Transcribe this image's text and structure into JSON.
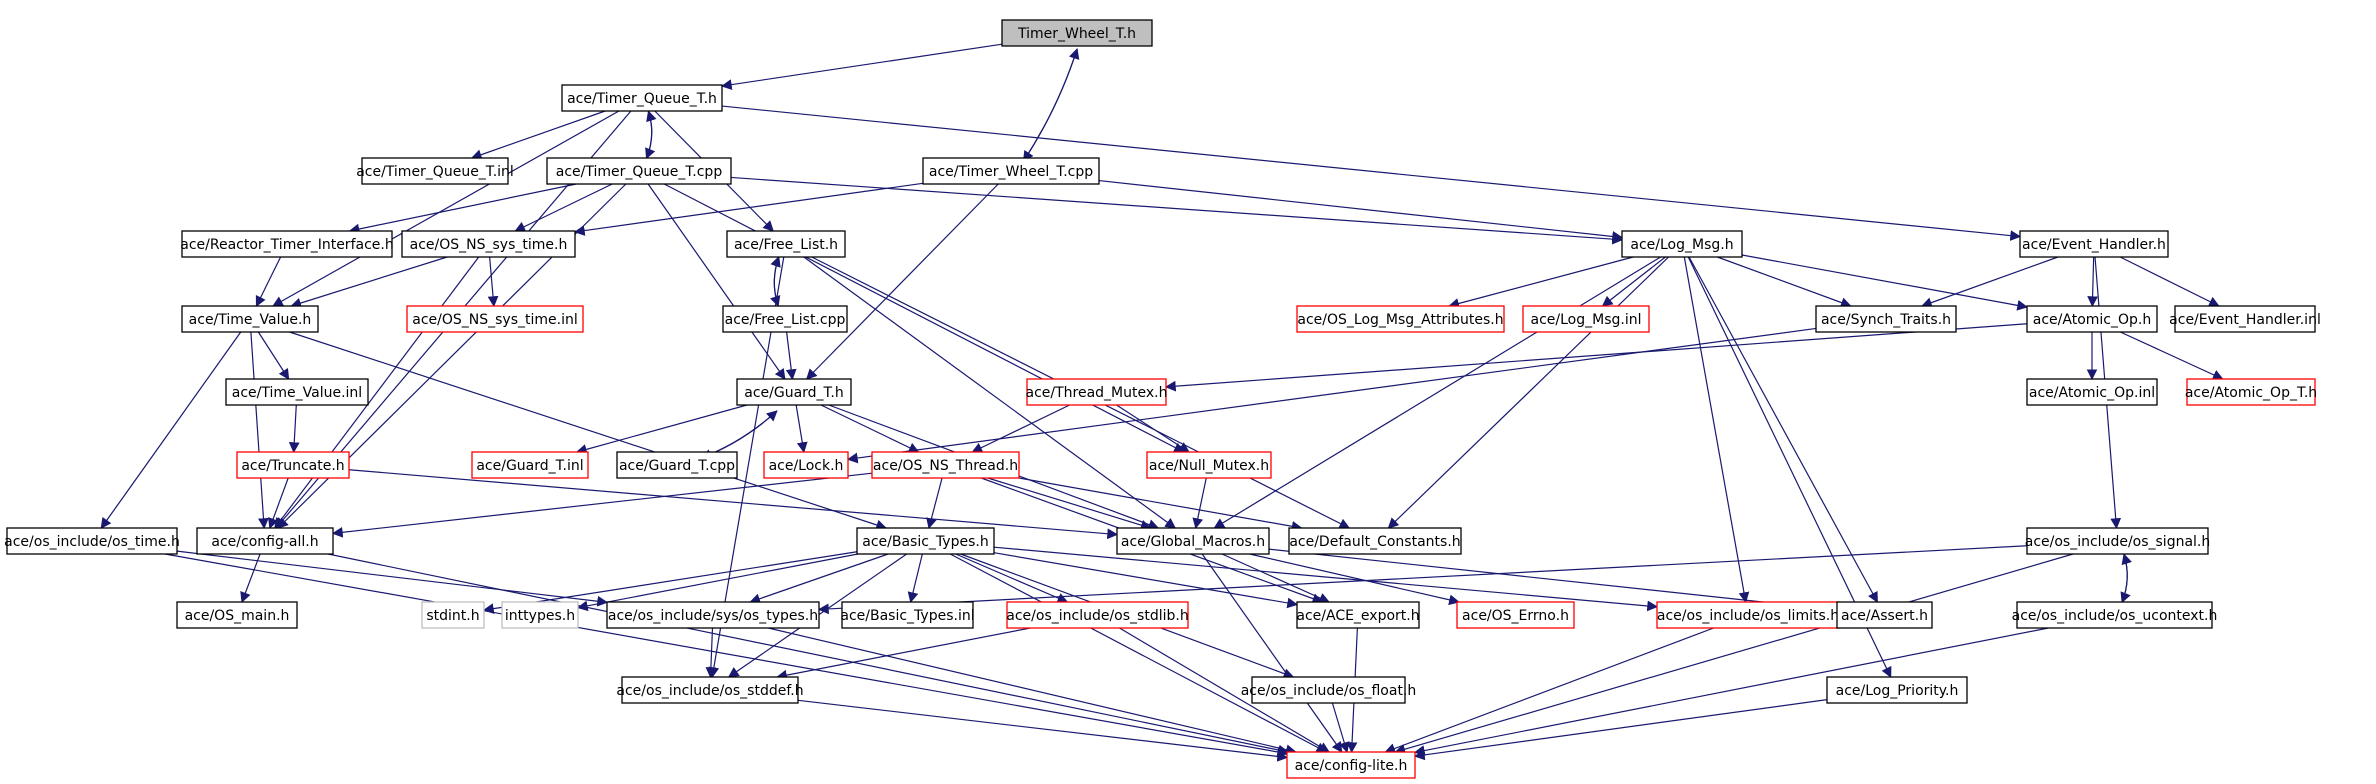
{
  "diagram": {
    "root": "Timer_Wheel_T.h",
    "nodes": [
      {
        "id": "n0",
        "label": "Timer_Wheel_T.h",
        "style": "root"
      },
      {
        "id": "n1",
        "label": "ace/Timer_Queue_T.h",
        "style": "normal"
      },
      {
        "id": "n2",
        "label": "ace/Timer_Queue_T.inl",
        "style": "normal"
      },
      {
        "id": "n3",
        "label": "ace/Timer_Queue_T.cpp",
        "style": "normal"
      },
      {
        "id": "n4",
        "label": "ace/Timer_Wheel_T.cpp",
        "style": "normal"
      },
      {
        "id": "n5",
        "label": "ace/Reactor_Timer_Interface.h",
        "style": "normal"
      },
      {
        "id": "n6",
        "label": "ace/OS_NS_sys_time.h",
        "style": "normal"
      },
      {
        "id": "n7",
        "label": "ace/Free_List.h",
        "style": "normal"
      },
      {
        "id": "n8",
        "label": "ace/Log_Msg.h",
        "style": "normal"
      },
      {
        "id": "n9",
        "label": "ace/Event_Handler.h",
        "style": "normal"
      },
      {
        "id": "n10",
        "label": "ace/Time_Value.h",
        "style": "normal"
      },
      {
        "id": "n11",
        "label": "ace/OS_NS_sys_time.inl",
        "style": "red"
      },
      {
        "id": "n12",
        "label": "ace/Free_List.cpp",
        "style": "normal"
      },
      {
        "id": "n13",
        "label": "ace/OS_Log_Msg_Attributes.h",
        "style": "red"
      },
      {
        "id": "n14",
        "label": "ace/Log_Msg.inl",
        "style": "red"
      },
      {
        "id": "n15",
        "label": "ace/Synch_Traits.h",
        "style": "normal"
      },
      {
        "id": "n16",
        "label": "ace/Atomic_Op.h",
        "style": "normal"
      },
      {
        "id": "n17",
        "label": "ace/Event_Handler.inl",
        "style": "normal"
      },
      {
        "id": "n18",
        "label": "ace/Time_Value.inl",
        "style": "normal"
      },
      {
        "id": "n19",
        "label": "ace/Guard_T.h",
        "style": "normal"
      },
      {
        "id": "n20",
        "label": "ace/Thread_Mutex.h",
        "style": "red"
      },
      {
        "id": "n21",
        "label": "ace/Atomic_Op.inl",
        "style": "normal"
      },
      {
        "id": "n22",
        "label": "ace/Atomic_Op_T.h",
        "style": "red"
      },
      {
        "id": "n23",
        "label": "ace/Truncate.h",
        "style": "red"
      },
      {
        "id": "n24",
        "label": "ace/Guard_T.inl",
        "style": "red"
      },
      {
        "id": "n25",
        "label": "ace/Guard_T.cpp",
        "style": "normal"
      },
      {
        "id": "n26",
        "label": "ace/Lock.h",
        "style": "red"
      },
      {
        "id": "n27",
        "label": "ace/OS_NS_Thread.h",
        "style": "red"
      },
      {
        "id": "n28",
        "label": "ace/Null_Mutex.h",
        "style": "red"
      },
      {
        "id": "n29",
        "label": "ace/os_include/os_time.h",
        "style": "normal"
      },
      {
        "id": "n30",
        "label": "ace/config-all.h",
        "style": "normal"
      },
      {
        "id": "n31",
        "label": "ace/Basic_Types.h",
        "style": "normal"
      },
      {
        "id": "n32",
        "label": "ace/Global_Macros.h",
        "style": "normal"
      },
      {
        "id": "n33",
        "label": "ace/Default_Constants.h",
        "style": "normal"
      },
      {
        "id": "n34",
        "label": "ace/os_include/os_signal.h",
        "style": "normal"
      },
      {
        "id": "n35",
        "label": "ace/OS_main.h",
        "style": "normal"
      },
      {
        "id": "n36",
        "label": "stdint.h",
        "style": "gray"
      },
      {
        "id": "n37",
        "label": "inttypes.h",
        "style": "gray"
      },
      {
        "id": "n38",
        "label": "ace/os_include/sys/os_types.h",
        "style": "normal"
      },
      {
        "id": "n39",
        "label": "ace/Basic_Types.inl",
        "style": "normal"
      },
      {
        "id": "n40",
        "label": "ace/os_include/os_stdlib.h",
        "style": "red"
      },
      {
        "id": "n41",
        "label": "ace/ACE_export.h",
        "style": "normal"
      },
      {
        "id": "n42",
        "label": "ace/OS_Errno.h",
        "style": "red"
      },
      {
        "id": "n43",
        "label": "ace/os_include/os_limits.h",
        "style": "red"
      },
      {
        "id": "n44",
        "label": "ace/Assert.h",
        "style": "normal"
      },
      {
        "id": "n45",
        "label": "ace/os_include/os_ucontext.h",
        "style": "normal"
      },
      {
        "id": "n46",
        "label": "ace/os_include/os_stddef.h",
        "style": "normal"
      },
      {
        "id": "n47",
        "label": "ace/os_include/os_float.h",
        "style": "normal"
      },
      {
        "id": "n48",
        "label": "ace/Log_Priority.h",
        "style": "normal"
      },
      {
        "id": "n49",
        "label": "ace/config-lite.h",
        "style": "red"
      }
    ],
    "edges": [
      [
        "n0",
        "n1"
      ],
      [
        "n0",
        "n4"
      ],
      [
        "n4",
        "n0"
      ],
      [
        "n1",
        "n2"
      ],
      [
        "n1",
        "n3"
      ],
      [
        "n3",
        "n1"
      ],
      [
        "n1",
        "n7"
      ],
      [
        "n1",
        "n10"
      ],
      [
        "n1",
        "n30"
      ],
      [
        "n1",
        "n9"
      ],
      [
        "n3",
        "n5"
      ],
      [
        "n3",
        "n6"
      ],
      [
        "n3",
        "n8"
      ],
      [
        "n3",
        "n19"
      ],
      [
        "n3",
        "n28"
      ],
      [
        "n3",
        "n30"
      ],
      [
        "n4",
        "n6"
      ],
      [
        "n4",
        "n8"
      ],
      [
        "n4",
        "n19"
      ],
      [
        "n5",
        "n10"
      ],
      [
        "n6",
        "n10"
      ],
      [
        "n6",
        "n11"
      ],
      [
        "n6",
        "n30"
      ],
      [
        "n7",
        "n12"
      ],
      [
        "n12",
        "n7"
      ],
      [
        "n7",
        "n32"
      ],
      [
        "n7",
        "n33"
      ],
      [
        "n7",
        "n46"
      ],
      [
        "n12",
        "n19"
      ],
      [
        "n8",
        "n13"
      ],
      [
        "n8",
        "n14"
      ],
      [
        "n8",
        "n15"
      ],
      [
        "n8",
        "n16"
      ],
      [
        "n8",
        "n32"
      ],
      [
        "n8",
        "n33"
      ],
      [
        "n8",
        "n43"
      ],
      [
        "n8",
        "n44"
      ],
      [
        "n8",
        "n48"
      ],
      [
        "n9",
        "n15"
      ],
      [
        "n9",
        "n16"
      ],
      [
        "n9",
        "n17"
      ],
      [
        "n9",
        "n34"
      ],
      [
        "n10",
        "n18"
      ],
      [
        "n10",
        "n29"
      ],
      [
        "n10",
        "n30"
      ],
      [
        "n10",
        "n31"
      ],
      [
        "n18",
        "n23"
      ],
      [
        "n23",
        "n30"
      ],
      [
        "n23",
        "n32"
      ],
      [
        "n15",
        "n26"
      ],
      [
        "n16",
        "n20"
      ],
      [
        "n16",
        "n21"
      ],
      [
        "n16",
        "n22"
      ],
      [
        "n19",
        "n24"
      ],
      [
        "n19",
        "n25"
      ],
      [
        "n25",
        "n19"
      ],
      [
        "n19",
        "n26"
      ],
      [
        "n19",
        "n27"
      ],
      [
        "n19",
        "n32"
      ],
      [
        "n20",
        "n27"
      ],
      [
        "n20",
        "n28"
      ],
      [
        "n28",
        "n32"
      ],
      [
        "n27",
        "n30"
      ],
      [
        "n27",
        "n31"
      ],
      [
        "n27",
        "n32"
      ],
      [
        "n27",
        "n33"
      ],
      [
        "n27",
        "n41"
      ],
      [
        "n29",
        "n38"
      ],
      [
        "n29",
        "n49"
      ],
      [
        "n30",
        "n35"
      ],
      [
        "n30",
        "n49"
      ],
      [
        "n31",
        "n36"
      ],
      [
        "n31",
        "n37"
      ],
      [
        "n31",
        "n38"
      ],
      [
        "n31",
        "n39"
      ],
      [
        "n31",
        "n40"
      ],
      [
        "n31",
        "n41"
      ],
      [
        "n31",
        "n43"
      ],
      [
        "n31",
        "n46"
      ],
      [
        "n31",
        "n47"
      ],
      [
        "n31",
        "n49"
      ],
      [
        "n32",
        "n41"
      ],
      [
        "n32",
        "n42"
      ],
      [
        "n32",
        "n44"
      ],
      [
        "n32",
        "n49"
      ],
      [
        "n34",
        "n38"
      ],
      [
        "n34",
        "n45"
      ],
      [
        "n45",
        "n34"
      ],
      [
        "n34",
        "n49"
      ],
      [
        "n45",
        "n49"
      ],
      [
        "n38",
        "n46"
      ],
      [
        "n38",
        "n49"
      ],
      [
        "n40",
        "n46"
      ],
      [
        "n40",
        "n49"
      ],
      [
        "n43",
        "n49"
      ],
      [
        "n41",
        "n49"
      ],
      [
        "n46",
        "n49"
      ],
      [
        "n47",
        "n49"
      ],
      [
        "n48",
        "n49"
      ]
    ]
  }
}
